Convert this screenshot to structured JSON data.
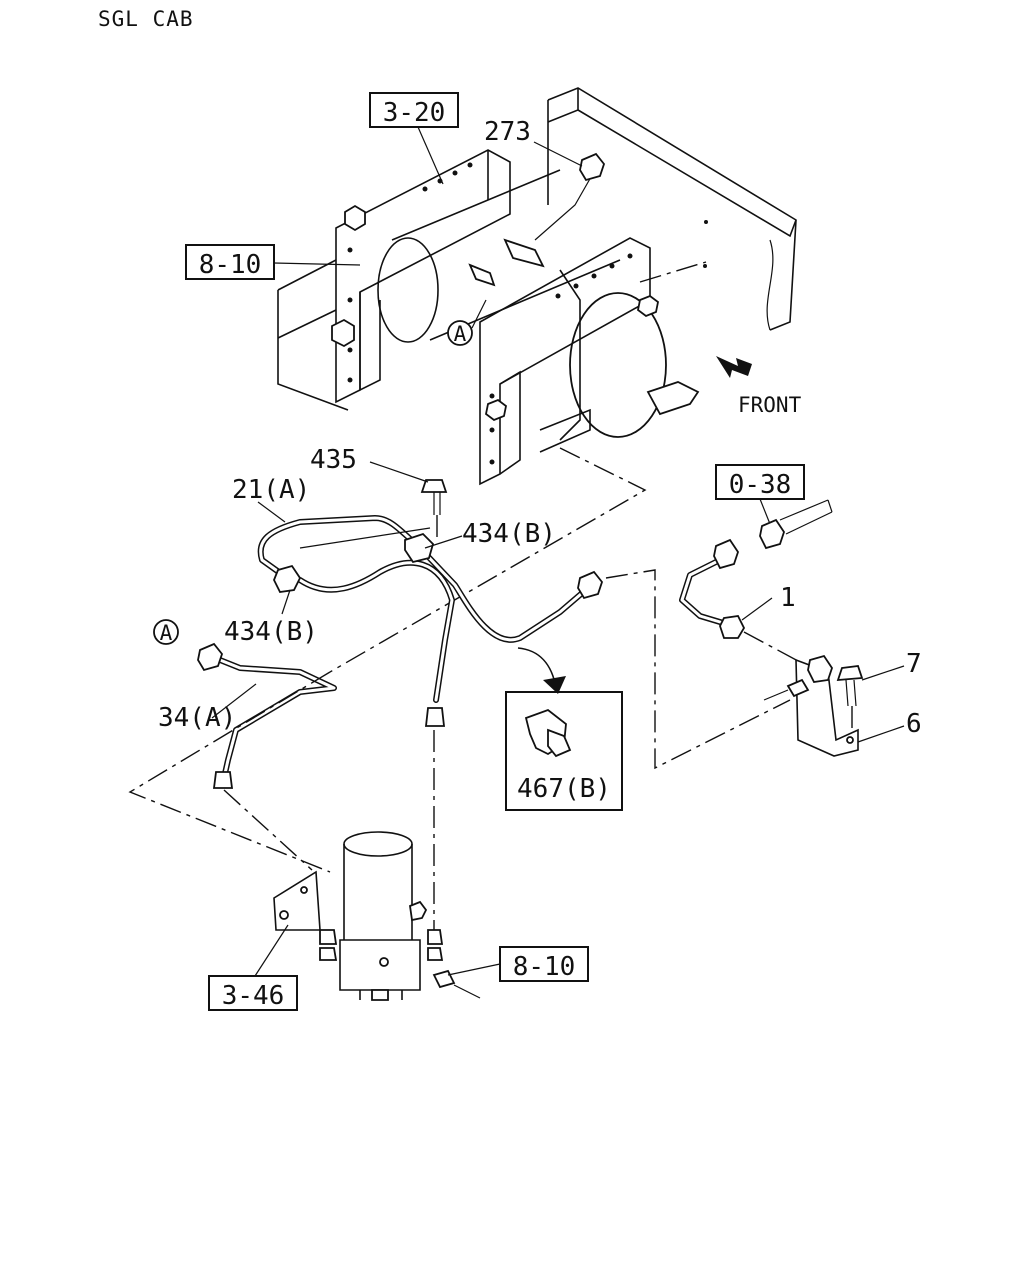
{
  "header": {
    "title": "SGL CAB"
  },
  "direction": {
    "label": "FRONT"
  },
  "callouts": {
    "ref_3_20": "3-20",
    "ref_8_10_top": "8-10",
    "ref_0_38": "0-38",
    "ref_3_46": "3-46",
    "ref_8_10_bottom": "8-10",
    "detail_467b": "467(B)"
  },
  "parts": {
    "p273": "273",
    "p435": "435",
    "p21a": "21(A)",
    "p434b_upper": "434(B)",
    "p434b_lower": "434(B)",
    "p34a": "34(A)",
    "p1": "1",
    "p7": "7",
    "p6": "6"
  },
  "markers": {
    "a_upper": "A",
    "a_lower": "A"
  }
}
